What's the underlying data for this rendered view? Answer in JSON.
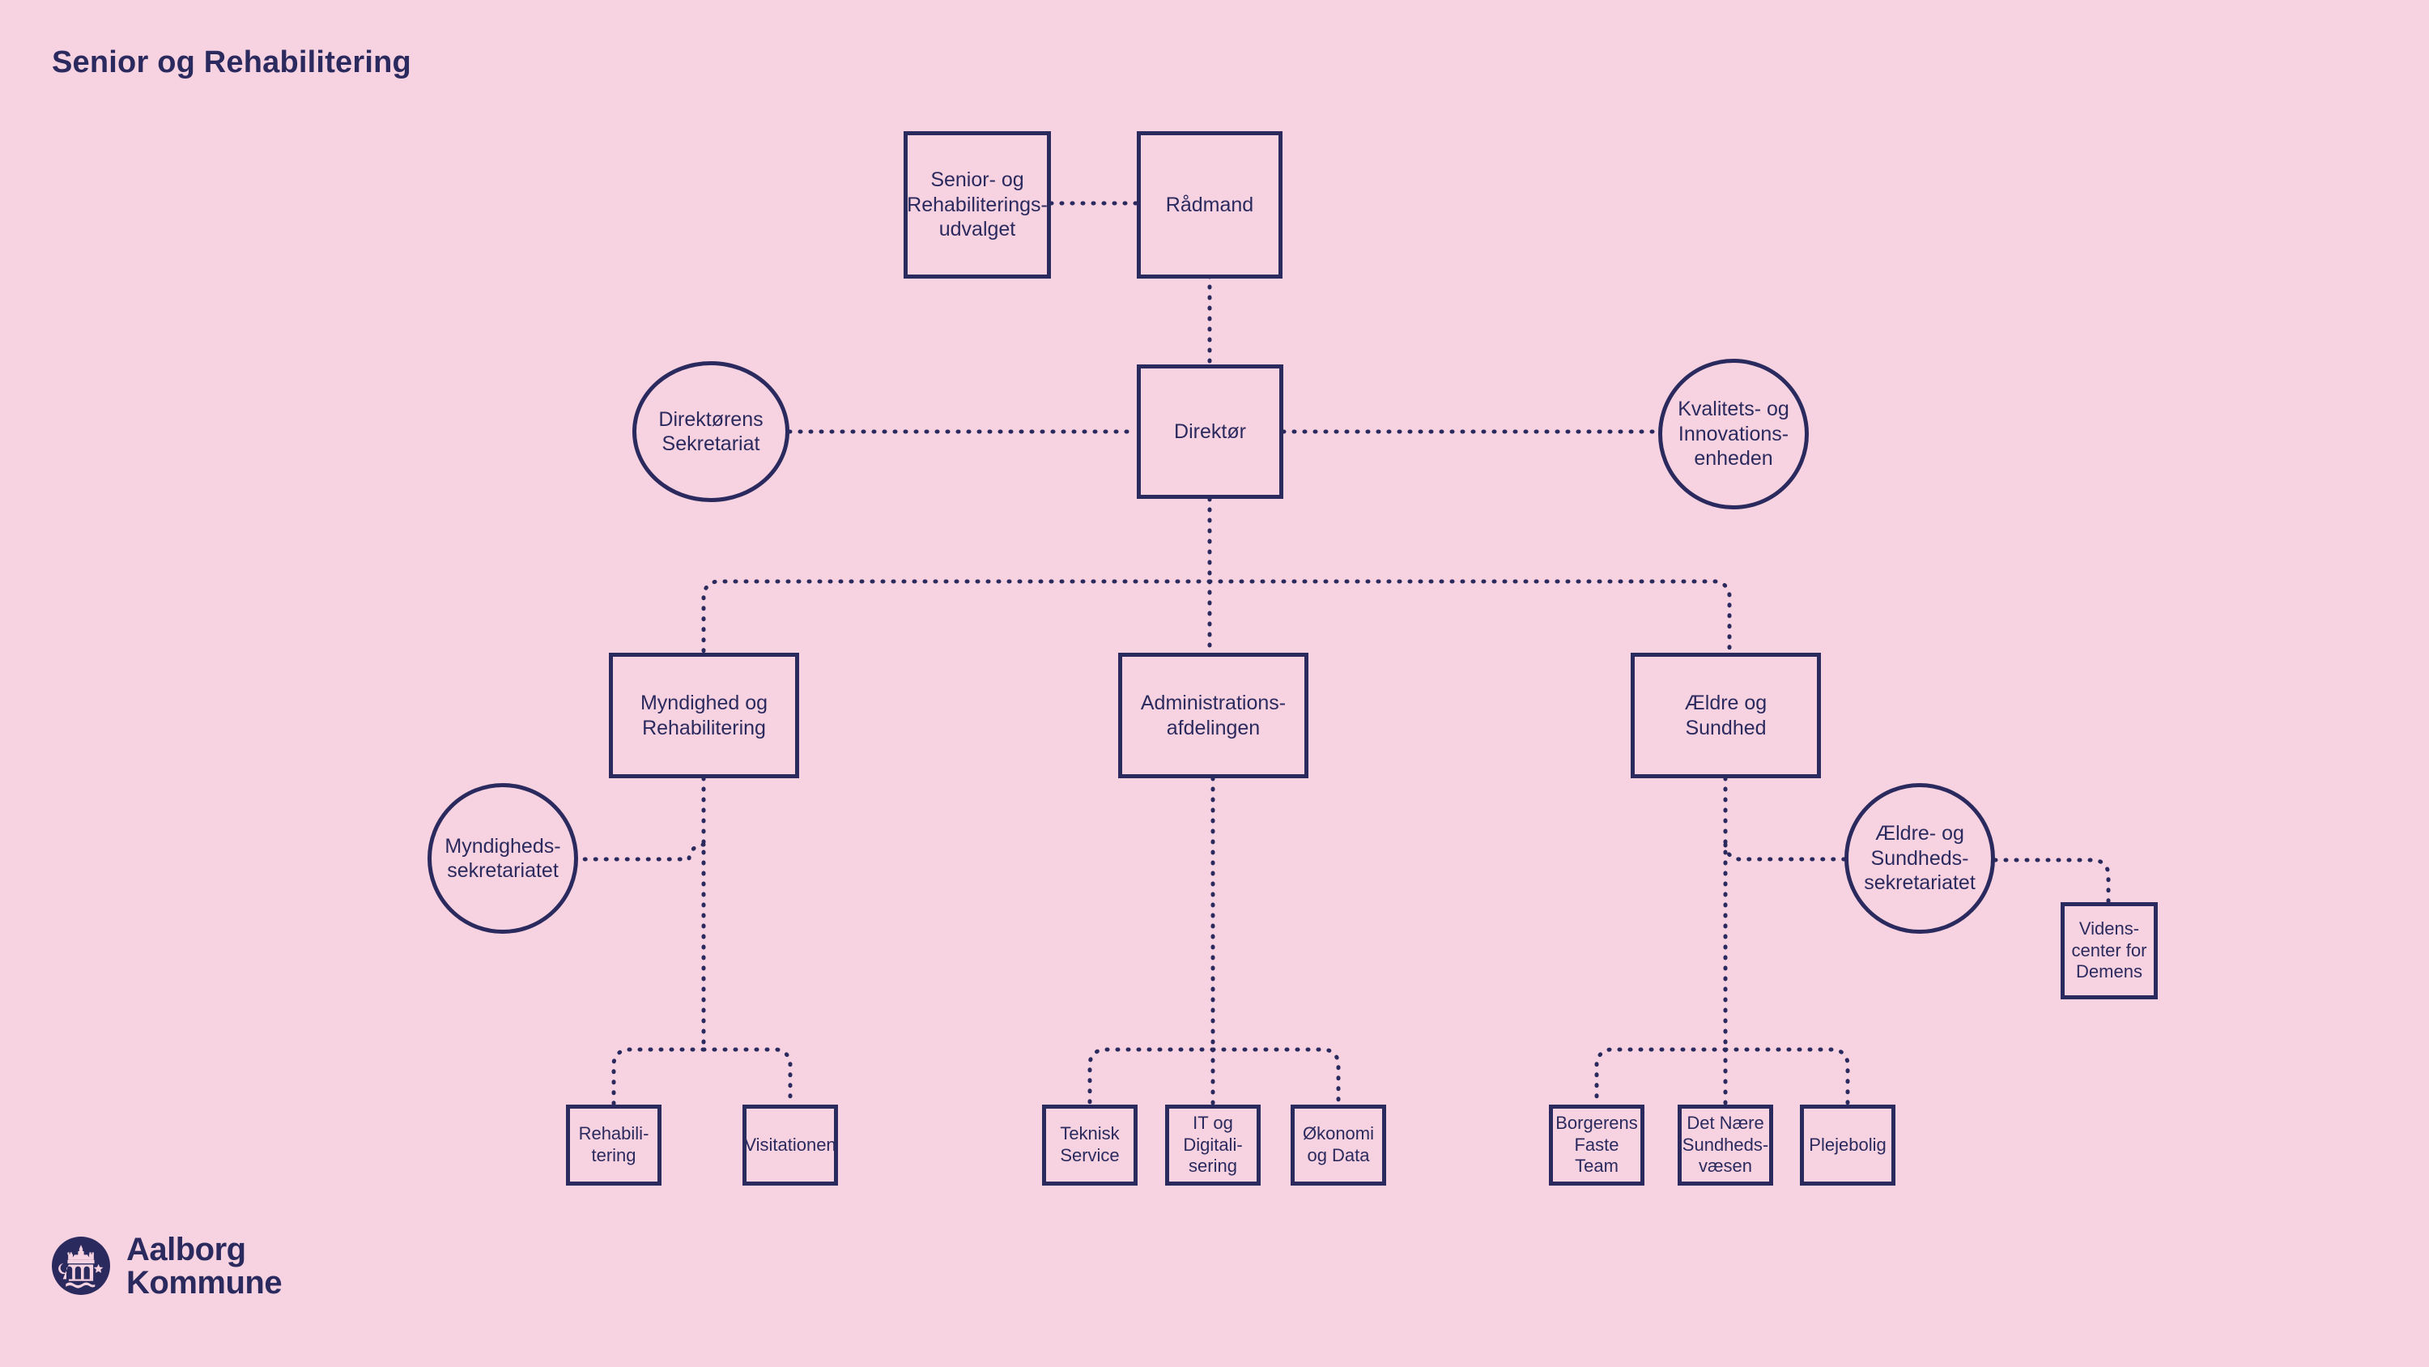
{
  "page": {
    "title": "Senior og Rehabilitering",
    "background_color": "#F7D3E1",
    "ink_color": "#2B2A5E"
  },
  "logo": {
    "name": "aalborg-kommune-logo",
    "text": "Aalborg\nKommune",
    "badge_icon": "aalborg-castle-crest-icon"
  },
  "chart_data": {
    "type": "diagram",
    "subtype": "organizational-chart",
    "title": "Senior og Rehabilitering",
    "connector_style": "dotted",
    "nodes": [
      {
        "id": "udvalg",
        "label": "Senior- og\nRehabiliterings-\nudvalget",
        "shape": "box",
        "level": 0
      },
      {
        "id": "raadmand",
        "label": "Rådmand",
        "shape": "box",
        "level": 0
      },
      {
        "id": "dir-sekr",
        "label": "Direktørens\nSekretariat",
        "shape": "circle",
        "level": 1
      },
      {
        "id": "direktoer",
        "label": "Direktør",
        "shape": "box",
        "level": 1
      },
      {
        "id": "kvalitet",
        "label": "Kvalitets- og\nInnovations-\nenheden",
        "shape": "circle",
        "level": 1
      },
      {
        "id": "myndighed",
        "label": "Myndighed og\nRehabilitering",
        "shape": "box",
        "level": 2
      },
      {
        "id": "adm",
        "label": "Administrations-\nafdelingen",
        "shape": "box",
        "level": 2
      },
      {
        "id": "aeldre",
        "label": "Ældre og\nSundhed",
        "shape": "box",
        "level": 2
      },
      {
        "id": "mynd-sekr",
        "label": "Myndigheds-\nsekretariatet",
        "shape": "circle",
        "level": 3
      },
      {
        "id": "aeldre-sekr",
        "label": "Ældre- og\nSundheds-\nsekretariatet",
        "shape": "circle",
        "level": 3
      },
      {
        "id": "videns",
        "label": "Videns-\ncenter for\nDemens",
        "shape": "box",
        "level": 4
      },
      {
        "id": "rehab",
        "label": "Rehabili-\ntering",
        "shape": "box",
        "level": 4
      },
      {
        "id": "visitation",
        "label": "Visitationen",
        "shape": "box",
        "level": 4
      },
      {
        "id": "teknisk",
        "label": "Teknisk\nService",
        "shape": "box",
        "level": 4
      },
      {
        "id": "it",
        "label": "IT og\nDigitali-\nsering",
        "shape": "box",
        "level": 4
      },
      {
        "id": "oekonomi",
        "label": "Økonomi\nog Data",
        "shape": "box",
        "level": 4
      },
      {
        "id": "borgerens",
        "label": "Borgerens\nFaste Team",
        "shape": "box",
        "level": 4
      },
      {
        "id": "naere",
        "label": "Det Nære\nSundheds-\nvæsen",
        "shape": "box",
        "level": 4
      },
      {
        "id": "plejebolig",
        "label": "Plejebolig",
        "shape": "box",
        "level": 4
      }
    ],
    "edges": [
      {
        "from": "udvalg",
        "to": "raadmand",
        "style": "dotted"
      },
      {
        "from": "raadmand",
        "to": "direktoer",
        "style": "dotted"
      },
      {
        "from": "dir-sekr",
        "to": "direktoer",
        "style": "dotted"
      },
      {
        "from": "direktoer",
        "to": "kvalitet",
        "style": "dotted"
      },
      {
        "from": "direktoer",
        "to": "myndighed",
        "style": "dotted"
      },
      {
        "from": "direktoer",
        "to": "adm",
        "style": "dotted"
      },
      {
        "from": "direktoer",
        "to": "aeldre",
        "style": "dotted"
      },
      {
        "from": "myndighed",
        "to": "mynd-sekr",
        "style": "dotted"
      },
      {
        "from": "myndighed",
        "to": "rehab",
        "style": "dotted"
      },
      {
        "from": "myndighed",
        "to": "visitation",
        "style": "dotted"
      },
      {
        "from": "adm",
        "to": "teknisk",
        "style": "dotted"
      },
      {
        "from": "adm",
        "to": "it",
        "style": "dotted"
      },
      {
        "from": "adm",
        "to": "oekonomi",
        "style": "dotted"
      },
      {
        "from": "aeldre",
        "to": "aeldre-sekr",
        "style": "dotted"
      },
      {
        "from": "aeldre",
        "to": "borgerens",
        "style": "dotted"
      },
      {
        "from": "aeldre",
        "to": "naere",
        "style": "dotted"
      },
      {
        "from": "aeldre",
        "to": "plejebolig",
        "style": "dotted"
      },
      {
        "from": "aeldre-sekr",
        "to": "videns",
        "style": "dotted"
      }
    ]
  }
}
